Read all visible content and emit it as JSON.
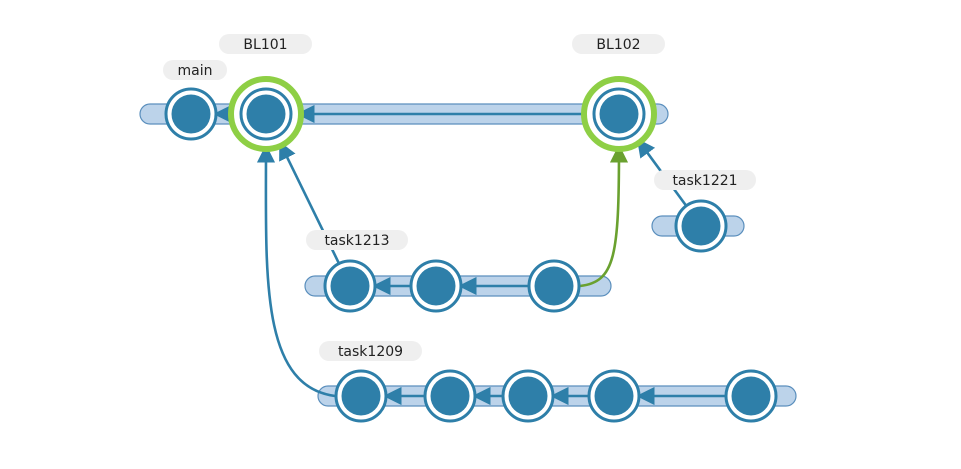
{
  "colors": {
    "lane_fill": "#bcd3ea",
    "lane_stroke": "#5b8fbd",
    "node_fill": "#2e7fa9",
    "node_ring": "#ffffff",
    "node_outline": "#2e7fa9",
    "edge": "#2e7fa9",
    "merge_edge": "#6aa12f",
    "highlight_ring": "#8ecf45",
    "label_bg": "#efefef"
  },
  "branches": [
    {
      "id": "main",
      "label": "main"
    },
    {
      "id": "task1221",
      "label": "task1221"
    },
    {
      "id": "task1213",
      "label": "task1213"
    },
    {
      "id": "task1209",
      "label": "task1209"
    }
  ],
  "tags": [
    {
      "id": "bl101",
      "label": "BL101",
      "commit": "m2"
    },
    {
      "id": "bl102",
      "label": "BL102",
      "commit": "m3"
    }
  ],
  "commits": [
    {
      "id": "m1",
      "branch": "main"
    },
    {
      "id": "m2",
      "branch": "main",
      "highlight": true
    },
    {
      "id": "m3",
      "branch": "main",
      "highlight": true
    },
    {
      "id": "t1221a",
      "branch": "task1221"
    },
    {
      "id": "t1213a",
      "branch": "task1213"
    },
    {
      "id": "t1213b",
      "branch": "task1213"
    },
    {
      "id": "t1213c",
      "branch": "task1213"
    },
    {
      "id": "t1209a",
      "branch": "task1209"
    },
    {
      "id": "t1209b",
      "branch": "task1209"
    },
    {
      "id": "t1209c",
      "branch": "task1209"
    },
    {
      "id": "t1209d",
      "branch": "task1209"
    },
    {
      "id": "t1209e",
      "branch": "task1209"
    }
  ],
  "edges": [
    {
      "from": "m2",
      "to": "m1",
      "kind": "parent"
    },
    {
      "from": "m3",
      "to": "m2",
      "kind": "parent"
    },
    {
      "from": "t1213a",
      "to": "m2",
      "kind": "parent"
    },
    {
      "from": "t1213b",
      "to": "t1213a",
      "kind": "parent"
    },
    {
      "from": "t1213c",
      "to": "t1213b",
      "kind": "parent"
    },
    {
      "from": "t1213c",
      "to": "m3",
      "kind": "merge"
    },
    {
      "from": "t1221a",
      "to": "m3",
      "kind": "parent"
    },
    {
      "from": "t1209a",
      "to": "m2",
      "kind": "parent"
    },
    {
      "from": "t1209b",
      "to": "t1209a",
      "kind": "parent"
    },
    {
      "from": "t1209c",
      "to": "t1209b",
      "kind": "parent"
    },
    {
      "from": "t1209d",
      "to": "t1209c",
      "kind": "parent"
    },
    {
      "from": "t1209e",
      "to": "t1209d",
      "kind": "parent"
    }
  ]
}
